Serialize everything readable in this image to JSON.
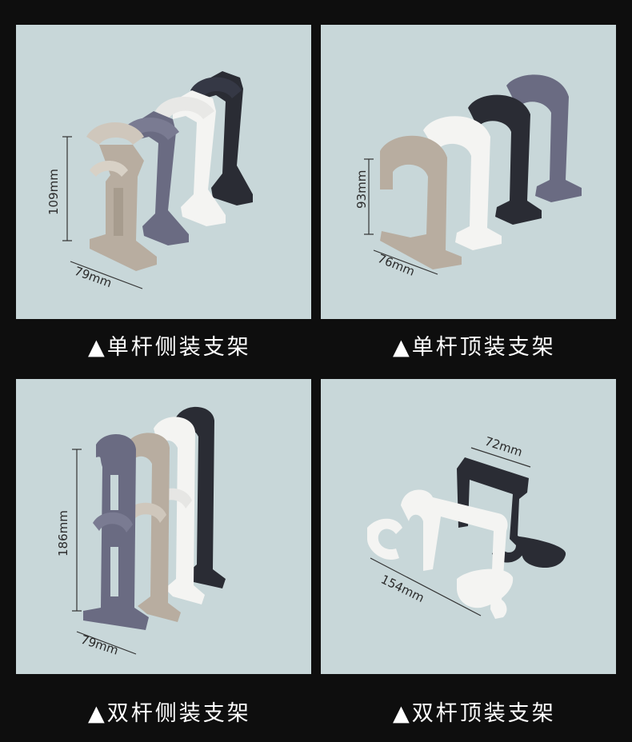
{
  "panels": [
    {
      "caption": "▲单杆侧装支架",
      "dims": {
        "height": "109mm",
        "width": "79mm"
      }
    },
    {
      "caption": "▲单杆顶装支架",
      "dims": {
        "height": "93mm",
        "width": "76mm"
      }
    },
    {
      "caption": "▲双杆侧装支架",
      "dims": {
        "height": "186mm",
        "width": "79mm"
      }
    },
    {
      "caption": "▲双杆顶装支架",
      "dims": {
        "top": "72mm",
        "width": "154mm"
      }
    }
  ],
  "colors": {
    "background": "#0e0e0e",
    "panel": "#c8d7d9",
    "champagne": "#b8ada0",
    "slate": "#6a6b82",
    "white": "#f4f4f2",
    "black": "#2a2c34"
  }
}
